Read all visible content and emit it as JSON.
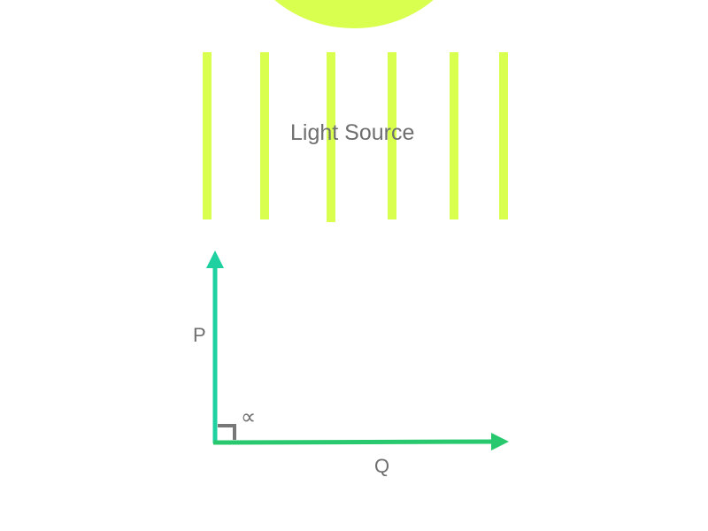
{
  "diagram": {
    "title": "Light Source",
    "vector_p_label": "P",
    "vector_q_label": "Q",
    "angle_label": "∝",
    "colors": {
      "light": "#d9ff4f",
      "vector_p": "#1fd1a0",
      "vector_q": "#28c96e",
      "right_angle_marker": "#777777",
      "text": "#6f6f6f"
    },
    "icons": {
      "light_source": "sun-disc",
      "rays": "vertical-light-rays",
      "vector_p": "up-arrow",
      "vector_q": "right-arrow",
      "right_angle": "right-angle-marker"
    }
  }
}
